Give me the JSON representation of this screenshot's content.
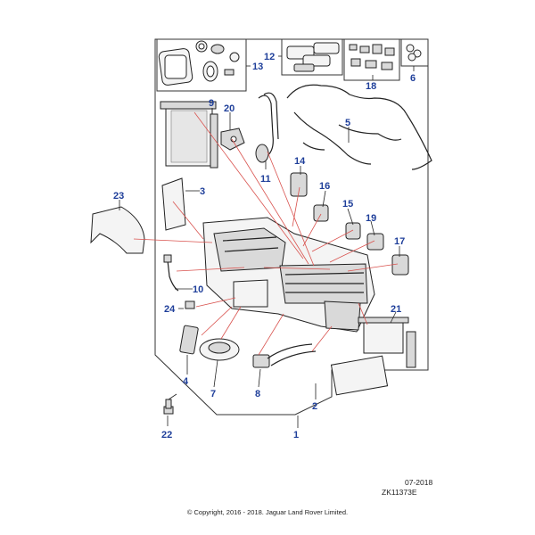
{
  "diagram": {
    "callouts": {
      "c1": "1",
      "c2": "2",
      "c3": "3",
      "c4": "4",
      "c5": "5",
      "c6": "6",
      "c7": "7",
      "c8": "8",
      "c9": "9",
      "c10": "10",
      "c11": "11",
      "c12": "12",
      "c13": "13",
      "c14": "14",
      "c15": "15",
      "c16": "16",
      "c17": "17",
      "c18": "18",
      "c19": "19",
      "c20": "20",
      "c21": "21",
      "c22": "22",
      "c23": "23",
      "c24": "24"
    },
    "callout_color": "#1f3f9a",
    "highlight_color": "#d9534f"
  },
  "footer": {
    "date": "07-2018",
    "reference": "ZK11373E",
    "copyright": "© Copyright, 2016 - 2018. Jaguar Land Rover Limited."
  }
}
